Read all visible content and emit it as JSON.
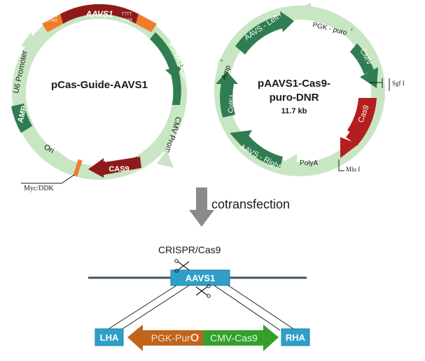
{
  "plasmid1": {
    "name": "pCas-Guide-AAVS1",
    "segments": {
      "aavs1": "AAVS1",
      "gatc": "GATC",
      "ctag": "CTAG",
      "tttt": "TTTT",
      "aaaa": "AAAA",
      "grna_scaffold": "gRNA Scaffold",
      "cmv_promoter": "CMV Promoter",
      "cas9": "CAS9",
      "ori": "Ori",
      "amp": "AMP",
      "u6_promoter": "U6 Promoter"
    },
    "tag_label": "Myc/DDK"
  },
  "plasmid2": {
    "name_line1": "pAAVS1-Cas9-",
    "name_line2": "puro-DNR",
    "size": "11.7 kb",
    "segments": {
      "pgk_puro": "PGK - puro",
      "pgk_puro_sup": "r",
      "cmv": "CMV",
      "cas9": "Cas9",
      "polya": "PolyA",
      "aavs_right": "AAVS - Right",
      "cole1": "ColE1",
      "ampr": "Amp",
      "ampr_sup": "r",
      "aavs_left": "AAVS - Left"
    },
    "sites": {
      "sgf": "Sgf I",
      "mlu": "Mlu I"
    }
  },
  "arrow_label": "cotransfection",
  "genome": {
    "crispr_label": "CRISPR/Cas9",
    "locus": "AAVS1",
    "donor": {
      "lha": "LHA",
      "pgk_puro": "PGK-Pur",
      "pgk_puro_o": "O",
      "cmv_cas9": "CMV-Cas9",
      "rha": "RHA"
    }
  },
  "colors": {
    "light_green": "#c8e6c3",
    "dark_green": "#2f7d50",
    "dark_red": "#8e1b1b",
    "orange": "#f07c2a",
    "blue": "#2f9fc8",
    "brown": "#c0641c",
    "green": "#33a02c"
  }
}
